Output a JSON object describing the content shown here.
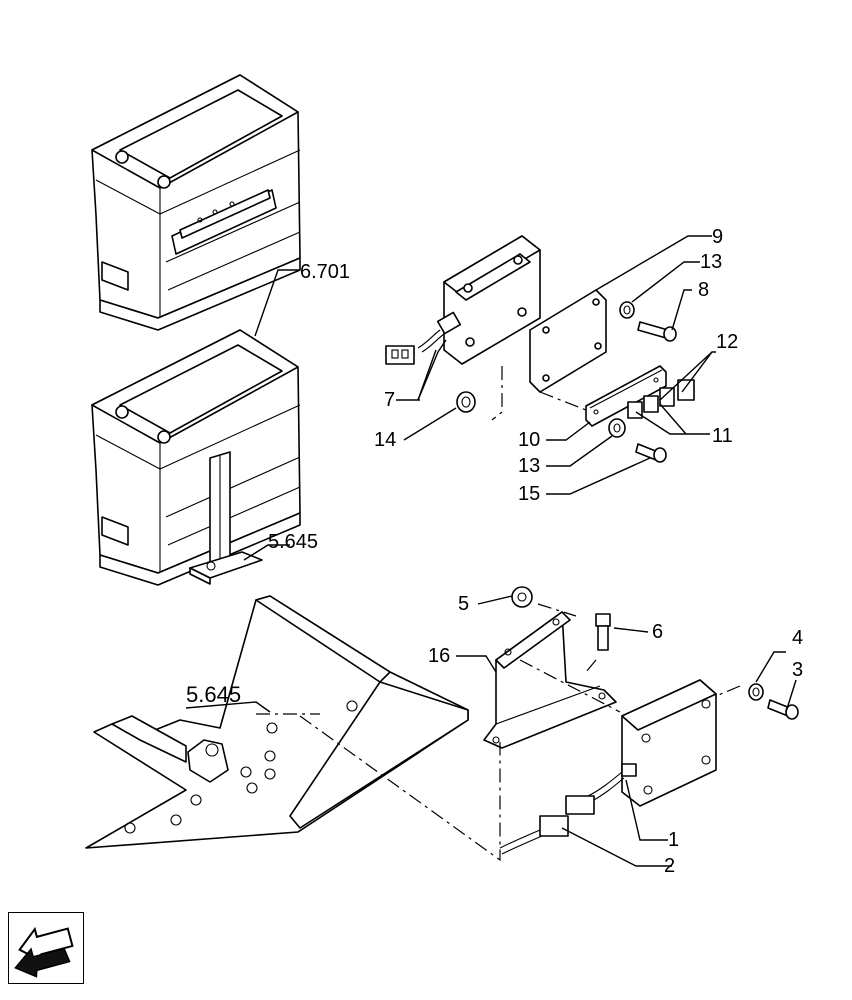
{
  "callouts": [
    {
      "id": "c-6701",
      "text": "6.701"
    },
    {
      "id": "c-5645a",
      "text": "5.645"
    },
    {
      "id": "c-5645b",
      "text": "5.645"
    },
    {
      "id": "c-9",
      "text": "9"
    },
    {
      "id": "c-13a",
      "text": "13"
    },
    {
      "id": "c-8",
      "text": "8"
    },
    {
      "id": "c-12",
      "text": "12"
    },
    {
      "id": "c-7",
      "text": "7"
    },
    {
      "id": "c-14",
      "text": "14"
    },
    {
      "id": "c-10",
      "text": "10"
    },
    {
      "id": "c-11",
      "text": "11"
    },
    {
      "id": "c-13b",
      "text": "13"
    },
    {
      "id": "c-15",
      "text": "15"
    },
    {
      "id": "c-5",
      "text": "5"
    },
    {
      "id": "c-6",
      "text": "6"
    },
    {
      "id": "c-16",
      "text": "16"
    },
    {
      "id": "c-4",
      "text": "4"
    },
    {
      "id": "c-3",
      "text": "3"
    },
    {
      "id": "c-1",
      "text": "1"
    },
    {
      "id": "c-2",
      "text": "2"
    }
  ],
  "nav": {
    "icon": "arrow-back-icon"
  }
}
